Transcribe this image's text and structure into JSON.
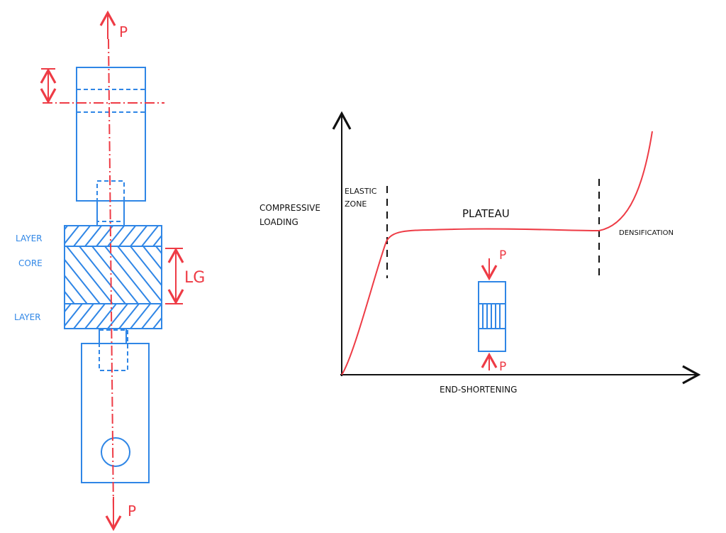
{
  "specimen": {
    "load_top": "P",
    "load_bottom": "P",
    "layer_top": "LAYER",
    "core": "CORE",
    "layer_bottom": "LAYER",
    "gauge_length": "LG"
  },
  "graph": {
    "y_label_line1": "COMPRESSIVE",
    "y_label_line2": "LOADING",
    "x_label": "END-SHORTENING",
    "zone_elastic_line1": "ELASTIC",
    "zone_elastic_line2": "ZONE",
    "zone_plateau": "PLATEAU",
    "zone_densification": "DENSIFICATION",
    "inset_load_top": "P",
    "inset_load_bottom": "P"
  },
  "colors": {
    "blue": "#2f86e6",
    "red": "#ee3b45",
    "black": "#111111"
  }
}
